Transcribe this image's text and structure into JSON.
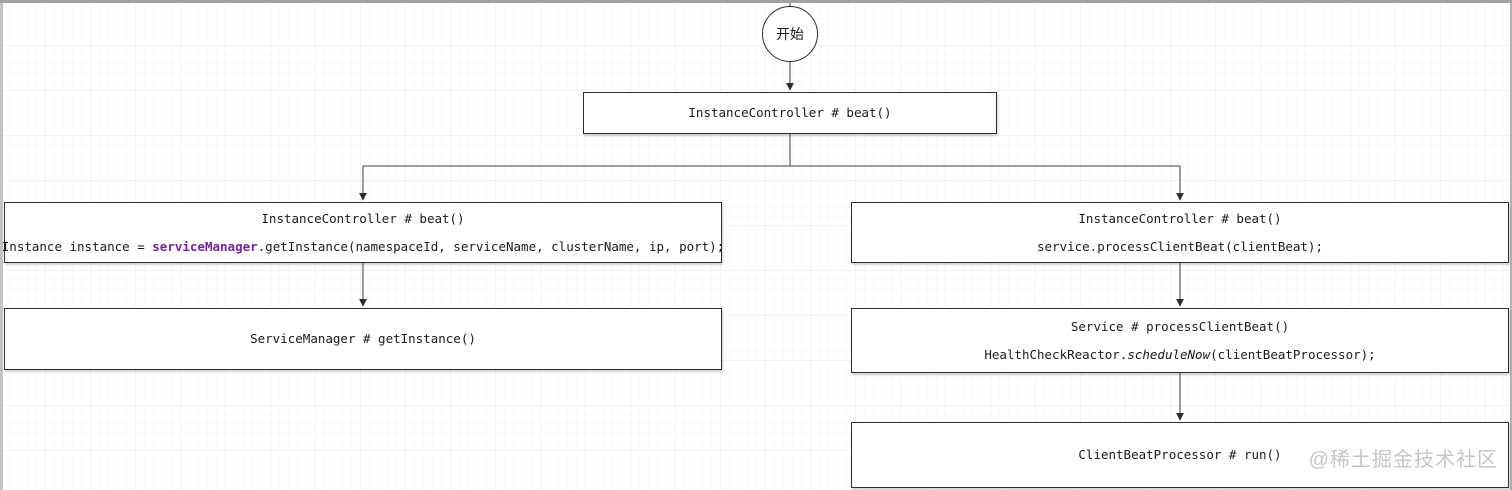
{
  "diagram": {
    "start_label": "开始",
    "top_beat": {
      "title": "InstanceController # beat()"
    },
    "left_beat": {
      "title": "InstanceController # beat()",
      "code_pre": "Instance instance = ",
      "code_highlight": "serviceManager",
      "code_post": ".getInstance(namespaceId, serviceName, clusterName, ip, port);"
    },
    "right_beat": {
      "title": "InstanceController # beat()",
      "code": "service.processClientBeat(clientBeat);"
    },
    "service_manager": {
      "title": "ServiceManager # getInstance()"
    },
    "service_process": {
      "title": "Service # processClientBeat()",
      "code_pre": "HealthCheckReactor.",
      "code_italic": "scheduleNow",
      "code_post": "(clientBeatProcessor);"
    },
    "client_beat_processor": {
      "title": "ClientBeatProcessor # run()"
    },
    "watermark": "@稀土掘金技术社区",
    "colors": {
      "highlight": "#7b1fa2",
      "node_border": "#2d2d2d",
      "connector": "#3d3d3d",
      "watermark": "#c6c6c6"
    }
  }
}
